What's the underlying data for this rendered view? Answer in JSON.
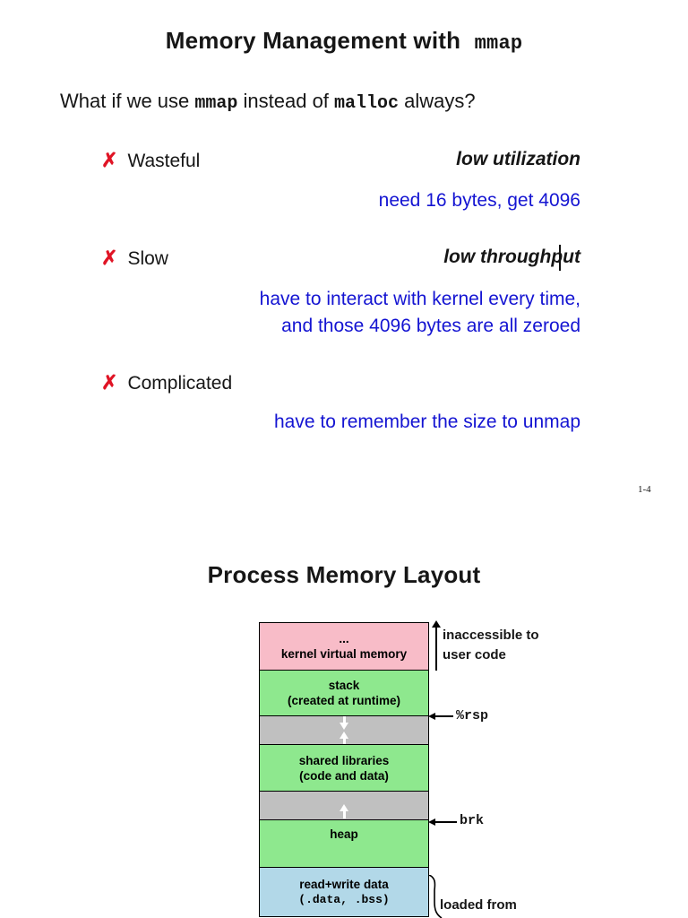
{
  "colors": {
    "note_blue": "#1414d2",
    "cross_red": "#e01425",
    "box_pink": "#f8bcc8",
    "box_green": "#8ee88e",
    "box_gray": "#c0c0c0",
    "box_blue": "#b2d8e8"
  },
  "slide1": {
    "title_text": "Memory Management with",
    "title_code": "mmap",
    "question": {
      "p1": "What if we use ",
      "code1": "mmap",
      "p2": " instead of ",
      "code2": "malloc",
      "p3": " always?"
    },
    "bullets": [
      {
        "mark": "✗",
        "label": "Wasteful",
        "heading": "low utilization"
      },
      {
        "mark": "✗",
        "label": "Slow",
        "heading": "low throughput"
      },
      {
        "mark": "✗",
        "label": "Complicated",
        "heading": ""
      }
    ],
    "notes": {
      "wasteful": "need 16 bytes, get 4096",
      "slow_line1": "have to interact with kernel every time,",
      "slow_line2": "and those 4096 bytes are all zeroed",
      "complicated": "have to remember the size to unmap"
    },
    "page_number": "1-4"
  },
  "slide2": {
    "title": "Process Memory Layout",
    "boxes": {
      "kernel": {
        "line1": "...",
        "line2": "kernel virtual memory"
      },
      "stack": {
        "line1": "stack",
        "line2": "(created at runtime)"
      },
      "shared": {
        "line1": "shared libraries",
        "line2": "(code and data)"
      },
      "heap": {
        "line1": "heap"
      },
      "rw": {
        "line1": "read+write data",
        "line2": "(.data, .bss)"
      }
    },
    "annotations": {
      "inaccessible1": "inaccessible to",
      "inaccessible2": "user code",
      "rsp": "%rsp",
      "brk": "brk",
      "loaded_from": "loaded from"
    }
  }
}
